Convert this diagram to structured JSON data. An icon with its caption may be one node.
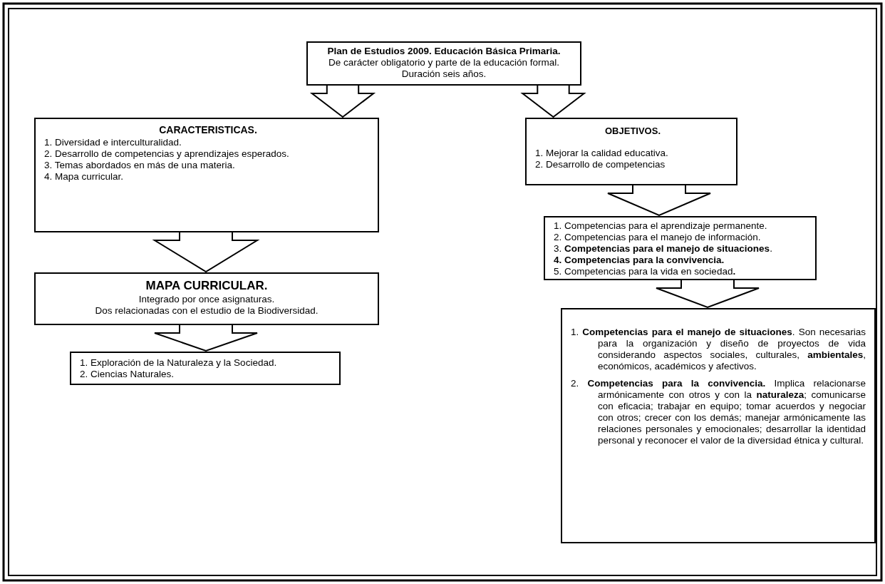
{
  "diagram": {
    "nodes": [
      {
        "text": [
          "Plan de Estudios 2009. Educación Básica Primaria.",
          "De carácter obligatorio y parte de la educación formal.",
          "Duración seis años."
        ]
      },
      {
        "text": [
          "CARACTERISTICAS.",
          "1. Diversidad e interculturalidad.",
          "2. Desarrollo de competencias y aprendizajes esperados.",
          "3. Temas abordados en más de una materia.",
          "4. Mapa curricular."
        ]
      },
      {
        "text": [
          "OBJETIVOS.",
          "1. Mejorar la calidad educativa.",
          "2. Desarrollo de competencias"
        ]
      },
      {
        "text": [
          "1. Competencias para el aprendizaje permanente.",
          "2. Competencias para el manejo de información.",
          "3. **Competencias para el manejo de situaciones**.",
          "**4. Competencias para la convivencia.**",
          "5. Competencias para la vida en sociedad**.**"
        ]
      },
      {
        "text": [
          "MAPA CURRICULAR.",
          "Integrado por once asignaturas.",
          "Dos relacionadas con el estudio de la Biodiversidad."
        ]
      },
      {
        "text": [
          "1. **Competencias para el manejo de situaciones**. Son necesarias para la organización y diseño de proyectos de vida considerando aspectos sociales, culturales, **ambientales**, económicos, académicos y afectivos.",
          "2. **Competencias para la convivencia.** Implica relacionarse armónicamente con otros y con la **naturaleza**; comunicarse con eficacia; trabajar en equipo; tomar acuerdos y negociar con otros; crecer con los demás; manejar armónicamente las relaciones personales y emocionales; desarrollar la identidad personal y reconocer el valor de la diversidad étnica y cultural."
        ]
      },
      {
        "text": [
          "1. Exploración de la Naturaleza y la Sociedad.",
          "2. Ciencias Naturales."
        ]
      }
    ],
    "edges": [
      {
        "from": 0,
        "to": 1,
        "arrow": "to"
      },
      {
        "from": 0,
        "to": 2,
        "arrow": "to"
      },
      {
        "from": 1,
        "to": 4,
        "arrow": "to"
      },
      {
        "from": 2,
        "to": 3,
        "arrow": "to"
      },
      {
        "from": 3,
        "to": 5,
        "arrow": "to"
      },
      {
        "from": 4,
        "to": 6,
        "arrow": "to"
      }
    ]
  }
}
